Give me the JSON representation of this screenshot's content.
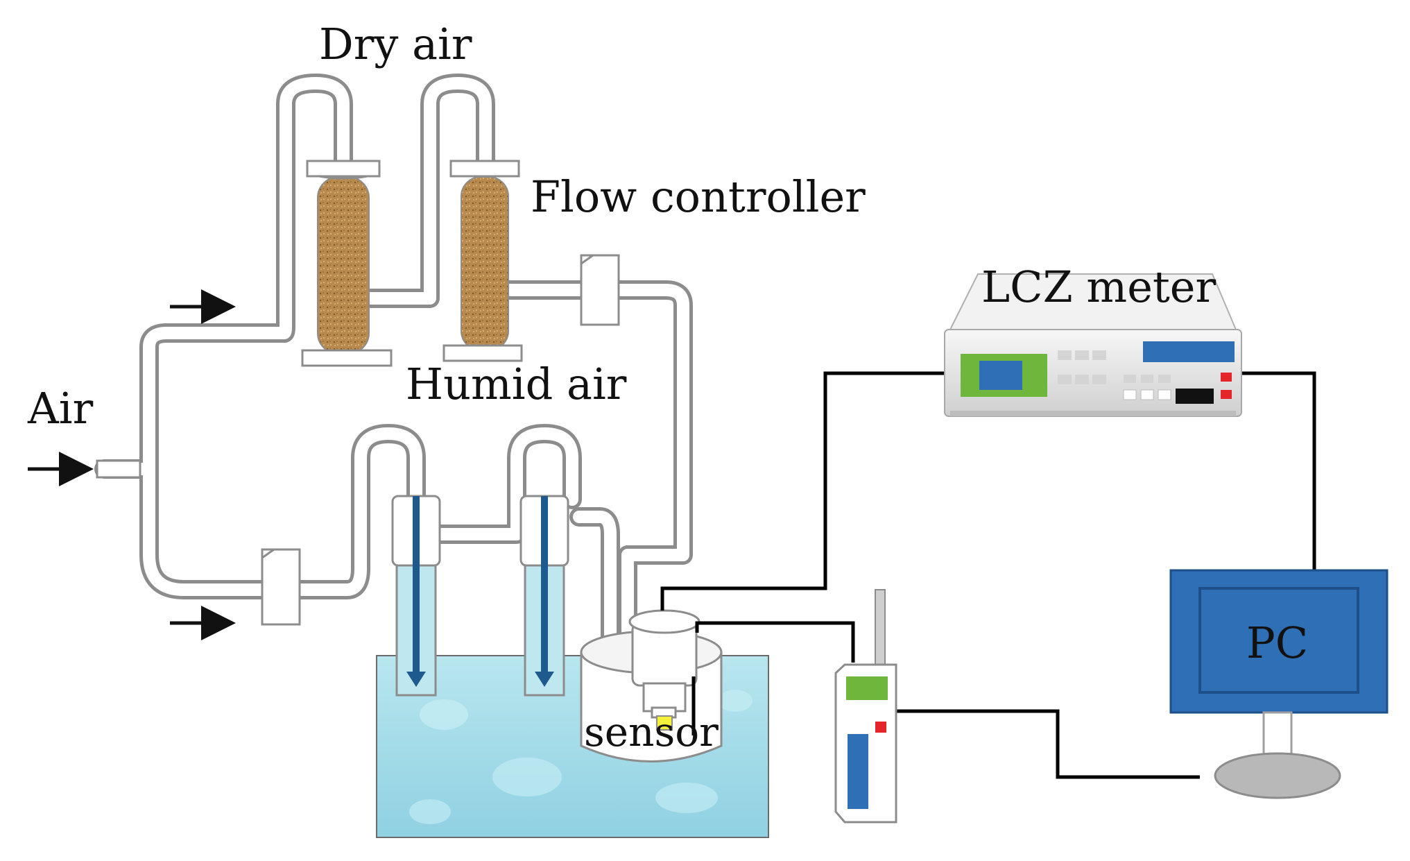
{
  "labels": {
    "dry_air": "Dry air",
    "flow_controller": "Flow controller",
    "humid_air": "Humid air",
    "air": "Air",
    "sensor": "sensor",
    "lcz_meter": "LCZ meter",
    "pc": "PC"
  },
  "colors": {
    "tube_fill": "#ffffff",
    "tube_stroke": "#9a9a9a",
    "desiccant": "#b88a4e",
    "water": "#9fd8e6",
    "bubbler_arrow": "#1f5a8f",
    "wire": "#000000",
    "pc_blue": "#2f6fb6",
    "meter_body": "#e8e8e8",
    "meter_screen": "#2f6fb6",
    "meter_screen_frame": "#6fb63c",
    "indicator_red": "#e4262b",
    "sensor_yellow": "#f5f03a"
  }
}
